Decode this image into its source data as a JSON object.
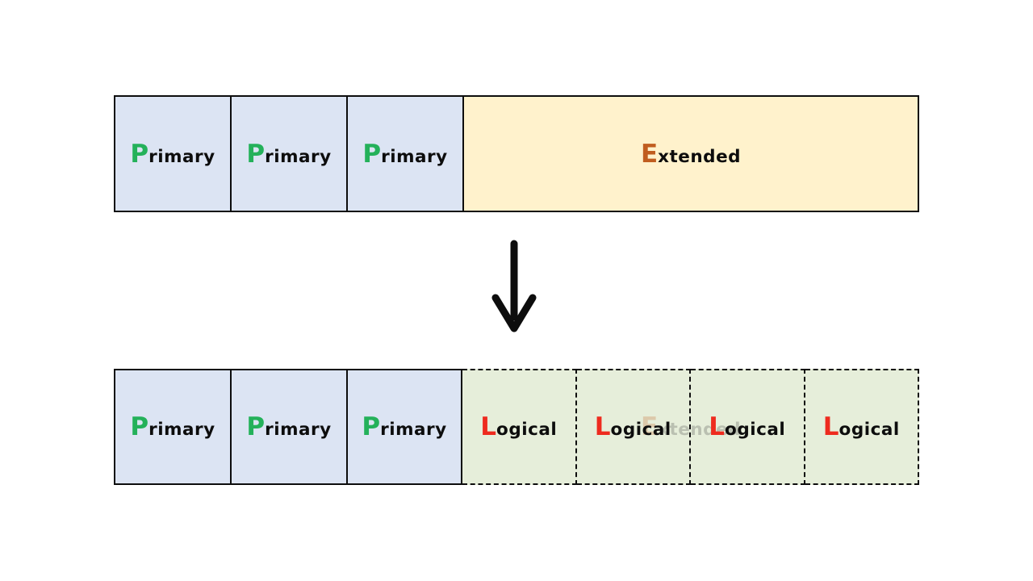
{
  "page": {
    "background": "#ffffff",
    "description": "Disk partition diagram: extended partition subdivided into logical partitions"
  },
  "colors": {
    "primary_fill": "#dce4f3",
    "extended_fill": "#fff2cc",
    "logical_fill": "#e6eeda",
    "primary_initial": "#24b15a",
    "extended_initial": "#c05d1f",
    "logical_initial": "#ee2b1f",
    "border": "#0d0d0d",
    "arrow": "#0d0d0d"
  },
  "top_bar": {
    "cells": [
      {
        "type": "primary",
        "initial": "P",
        "rest": "rimary"
      },
      {
        "type": "primary",
        "initial": "P",
        "rest": "rimary"
      },
      {
        "type": "primary",
        "initial": "P",
        "rest": "rimary"
      },
      {
        "type": "extended",
        "initial": "E",
        "rest": "xtended"
      }
    ]
  },
  "arrow": {
    "name": "down-arrow",
    "direction": "down"
  },
  "bottom_bar": {
    "primary_cells": [
      {
        "initial": "P",
        "rest": "rimary"
      },
      {
        "initial": "P",
        "rest": "rimary"
      },
      {
        "initial": "P",
        "rest": "rimary"
      }
    ],
    "logical_cells": [
      {
        "initial": "L",
        "rest": "ogical"
      },
      {
        "initial": "L",
        "rest": "ogical"
      },
      {
        "initial": "L",
        "rest": "ogical"
      },
      {
        "initial": "L",
        "rest": "ogical"
      }
    ],
    "ghost_label": {
      "initial": "E",
      "rest": "xtended"
    }
  }
}
